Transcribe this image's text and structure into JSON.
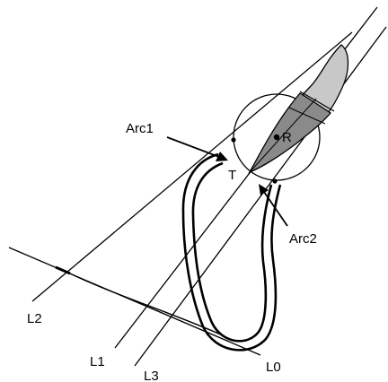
{
  "diagram": {
    "line_labels": {
      "L0": "L0",
      "L1": "L1",
      "L2": "L2",
      "L3": "L3"
    },
    "point_labels": {
      "R": "R",
      "T": "T"
    },
    "arc_labels": {
      "Arc1": "Arc1",
      "Arc2": "Arc2"
    },
    "colors": {
      "stroke": "#000000",
      "background": "#ffffff",
      "fill_dark": "#8a8a8a",
      "fill_light": "#c8c8c8"
    }
  }
}
